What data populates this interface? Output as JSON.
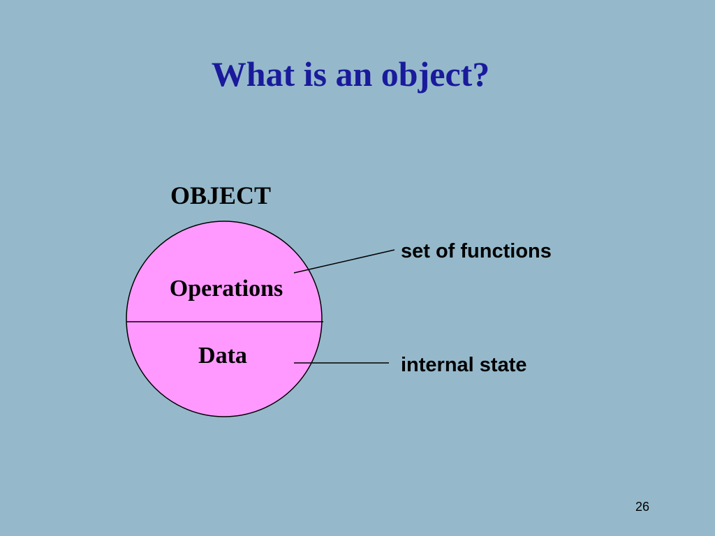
{
  "slide": {
    "title": "What is an object?",
    "slide_number": "26"
  },
  "diagram": {
    "object_label": "OBJECT",
    "top_section_label": "Operations",
    "bottom_section_label": "Data",
    "top_callout": "set of functions",
    "bottom_callout": "internal state"
  },
  "colors": {
    "background": "#95b9cb",
    "title": "#1a1a9c",
    "circle_fill": "#ff99ff",
    "outline": "#000000"
  }
}
